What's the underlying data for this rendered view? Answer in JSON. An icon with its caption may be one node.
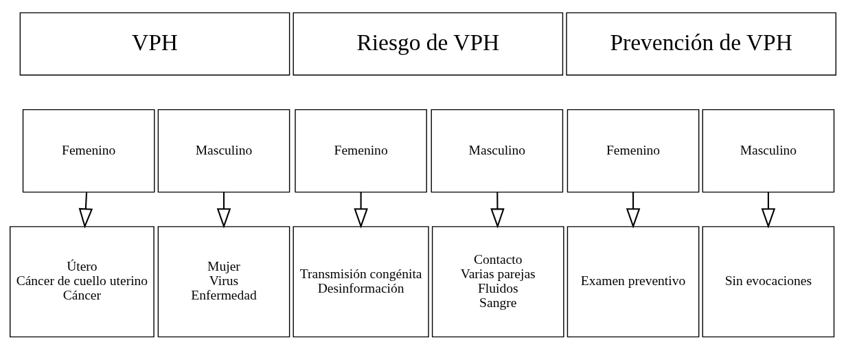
{
  "diagram": {
    "nodes": [
      {
        "text": [
          "VPH"
        ]
      },
      {
        "text": [
          "Riesgo de VPH"
        ]
      },
      {
        "text": [
          "Prevención de VPH"
        ]
      },
      {
        "text": [
          "Femenino"
        ]
      },
      {
        "text": [
          "Masculino"
        ]
      },
      {
        "text": [
          "Femenino"
        ]
      },
      {
        "text": [
          "Masculino"
        ]
      },
      {
        "text": [
          "Femenino"
        ]
      },
      {
        "text": [
          "Masculino"
        ]
      },
      {
        "text": [
          "Útero",
          "Cáncer de cuello uterino",
          "Cáncer"
        ]
      },
      {
        "text": [
          "Mujer",
          "Virus",
          "Enfermedad"
        ]
      },
      {
        "text": [
          "Transmisión congénita",
          "Desinformación"
        ]
      },
      {
        "text": [
          "Contacto",
          "Varias parejas",
          "Fluidos",
          "Sangre"
        ]
      },
      {
        "text": [
          "Examen preventivo"
        ]
      },
      {
        "text": [
          "Sin evocaciones"
        ]
      }
    ],
    "edges": [
      {
        "from": 3,
        "to": 9,
        "arrow": "to"
      },
      {
        "from": 4,
        "to": 10,
        "arrow": "to"
      },
      {
        "from": 5,
        "to": 11,
        "arrow": "to"
      },
      {
        "from": 6,
        "to": 12,
        "arrow": "to"
      },
      {
        "from": 7,
        "to": 13,
        "arrow": "to"
      },
      {
        "from": 8,
        "to": 14,
        "arrow": "to"
      }
    ]
  }
}
